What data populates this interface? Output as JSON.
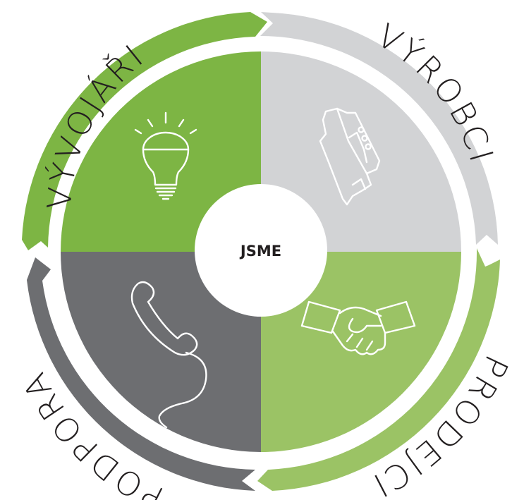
{
  "center": {
    "label": "JSME"
  },
  "segments": [
    {
      "key": "vyvojari",
      "label": "VÝVOJÁŘI",
      "icon": "light-bulb-icon",
      "color": "#7db544"
    },
    {
      "key": "vyrobci",
      "label": "VÝROBCI",
      "icon": "din-rail-device-icon",
      "color": "#d2d3d5"
    },
    {
      "key": "prodejci",
      "label": "PRODEJCI",
      "icon": "handshake-icon",
      "color": "#9bc365"
    },
    {
      "key": "podpora",
      "label": "PODPORA",
      "icon": "telephone-icon",
      "color": "#6d6e71"
    }
  ],
  "colors": {
    "text": "#231f20",
    "center_bg": "#ffffff",
    "icon_stroke": "#ffffff"
  }
}
